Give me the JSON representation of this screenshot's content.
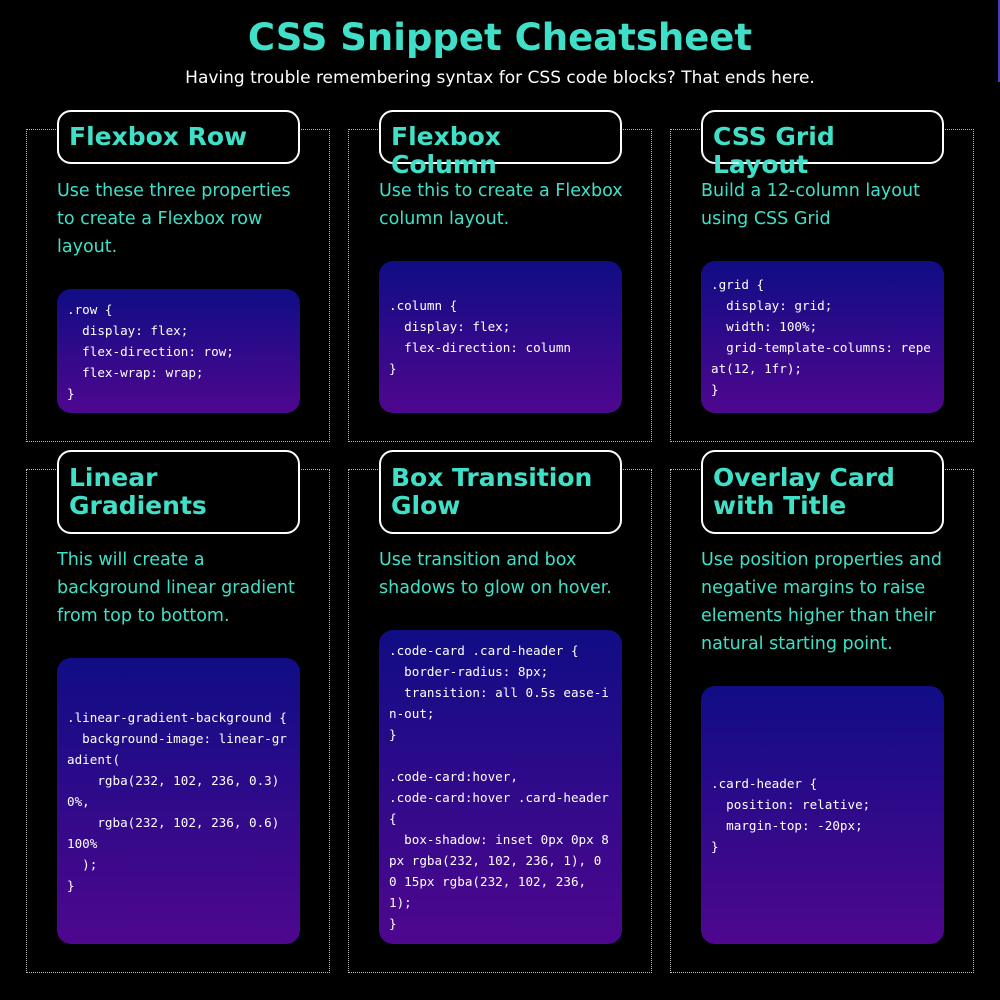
{
  "page": {
    "title": "CSS Snippet Cheatsheet",
    "subtitle": "Having trouble remembering syntax for CSS code blocks? That ends here."
  },
  "cards": [
    {
      "title": "Flexbox Row",
      "description": "Use these three properties to create a Flexbox row layout.",
      "code": ".row {\n  display: flex;\n  flex-direction: row;\n  flex-wrap: wrap;\n}"
    },
    {
      "title": "Flexbox Column",
      "description": "Use this to create a Flexbox column layout.",
      "code": ".column {\n  display: flex;\n  flex-direction: column\n}"
    },
    {
      "title": "CSS Grid Layout",
      "description": "Build a 12-column layout using CSS Grid",
      "code": ".grid {\n  display: grid;\n  width: 100%;\n  grid-template-columns: repeat(12, 1fr);\n}"
    },
    {
      "title": "Linear Gradients",
      "description": "This will create a background linear gradient from top to bottom.",
      "code": ".linear-gradient-background {\n  background-image: linear-gradient(\n    rgba(232, 102, 236, 0.3) 0%,\n    rgba(232, 102, 236, 0.6) 100%\n  );\n}"
    },
    {
      "title": "Box Transition Glow",
      "description": "Use transition and box shadows to glow on hover.",
      "code": ".code-card .card-header {\n  border-radius: 8px;\n  transition: all 0.5s ease-in-out;\n}\n\n.code-card:hover,\n.code-card:hover .card-header {\n  box-shadow: inset 0px 0px 8px rgba(232, 102, 236, 1), 0 0 15px rgba(232, 102, 236, 1);\n}"
    },
    {
      "title": "Overlay Card with Title",
      "description": "Use position properties and negative margins to raise elements higher than their natural starting point.",
      "code": ".card-header {\n  position: relative;\n  margin-top: -20px;\n}"
    }
  ],
  "colors": {
    "accent": "#40E0C8",
    "background": "#000000",
    "code_gradient_top": "#100D85",
    "code_gradient_bottom": "#4E078E"
  }
}
